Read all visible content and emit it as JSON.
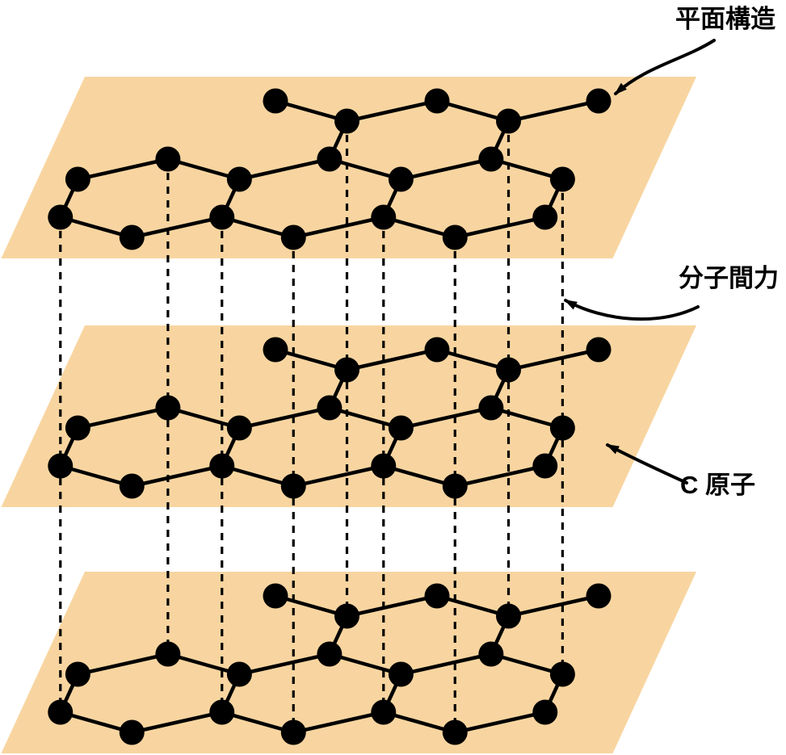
{
  "diagram": {
    "labels": {
      "plane_structure": "平面構造",
      "intermolecular_force": "分子間力",
      "carbon_atom": "C 原子"
    },
    "colors": {
      "background": "#FFFFFF",
      "layer_plane": "#F8D5A0",
      "atom": "#000000",
      "bond": "#000000",
      "dashed_line": "#000000",
      "annotation": "#000000"
    },
    "layer_count": 3
  }
}
